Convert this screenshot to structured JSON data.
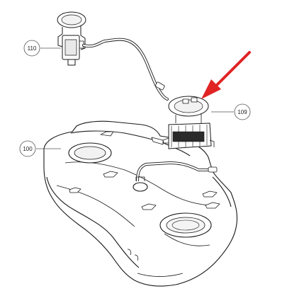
{
  "diagram": {
    "callouts": [
      {
        "id": "sender-unit",
        "label": "110"
      },
      {
        "id": "fuel-pump-module",
        "label": "109"
      },
      {
        "id": "fuel-tank",
        "label": "100"
      }
    ],
    "highlight": {
      "color": "#e02424"
    }
  }
}
